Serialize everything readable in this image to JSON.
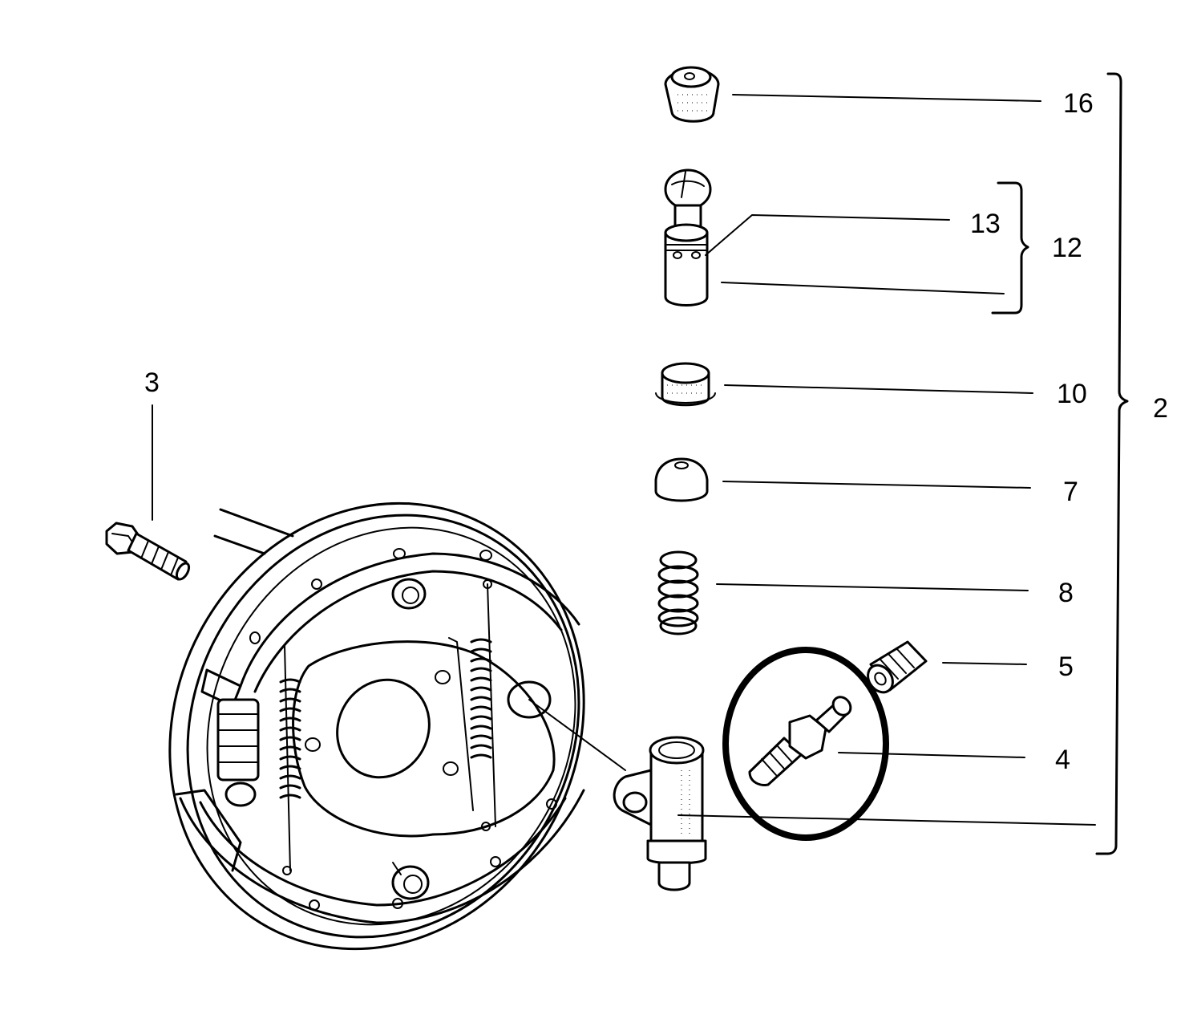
{
  "callouts": {
    "c2": "2",
    "c3": "3",
    "c4": "4",
    "c5": "5",
    "c7": "7",
    "c8": "8",
    "c10": "10",
    "c12": "12",
    "c13": "13",
    "c16": "16"
  }
}
